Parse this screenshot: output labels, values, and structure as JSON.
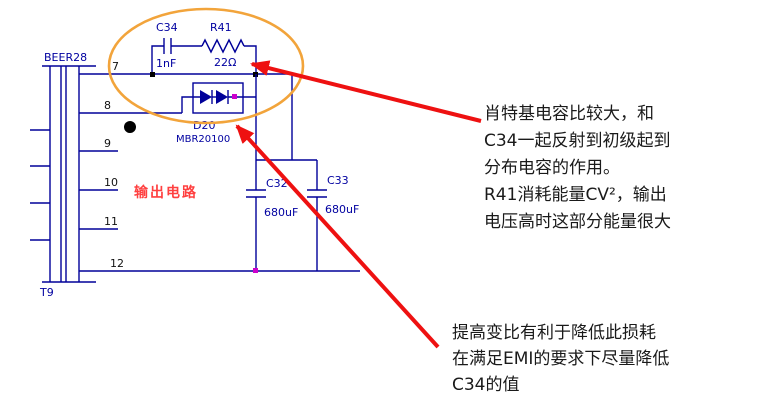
{
  "colors": {
    "wire": "#000099",
    "component_label": "#0000A0",
    "section_label_red": "#FF4040",
    "highlight_ellipse": "#F2A43B",
    "arrow_red": "#EE1111",
    "junction_magenta": "#CC00CC",
    "annotation_text": "#1A1A1A",
    "background": "#FFFFFF"
  },
  "circuit": {
    "transformer_part": "BEER28",
    "transformer_ref": "T9",
    "pins": [
      "7",
      "8",
      "9",
      "10",
      "11",
      "12"
    ],
    "c34_ref": "C34",
    "c34_val": "1nF",
    "r41_ref": "R41",
    "r41_val": "22Ω",
    "d20_ref": "D20",
    "d20_val": "MBR20100",
    "c32_ref": "C32",
    "c32_val": "680uF",
    "c33_ref": "C33",
    "c33_val": "680uF",
    "section_label": "输出电路"
  },
  "annotations": {
    "top": {
      "lines": [
        "肖特基电容比较大，和",
        "C34一起反射到初级起到",
        "分布电容的作用。",
        "R41消耗能量CV²，输出",
        "电压高时这部分能量很大"
      ]
    },
    "bottom": {
      "lines": [
        "提高变比有利于降低此损耗",
        "在满足EMI的要求下尽量降低",
        "C34的值"
      ]
    }
  }
}
